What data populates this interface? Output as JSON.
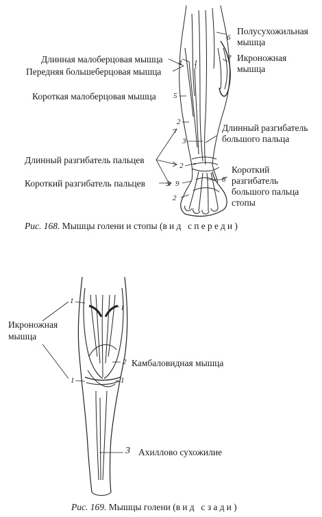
{
  "figure1": {
    "caption_fig": "Рис. 168.",
    "caption_text": "Мышцы голени и стопы",
    "caption_view_open": "(",
    "caption_view": "вид спереди",
    "caption_view_close": ")",
    "labels": {
      "semitendinosus_l1": "Полусухожильная",
      "semitendinosus_l2": "мышца",
      "peroneus_longus": "Длинная малоберцовая мышца",
      "tibialis_anterior": "Передняя большеберцовая мышца",
      "gastrocnemius_l1": "Икроножная",
      "gastrocnemius_l2": "мышца",
      "peroneus_brevis": "Короткая малоберцовая мышца",
      "ext_hallucis_longus_l1": "Длинный разгибатель",
      "ext_hallucis_longus_l2": "большого пальца",
      "ext_digitorum_longus": "Длинный разгибатель пальцев",
      "ext_hallucis_brevis_l1": "Короткий",
      "ext_hallucis_brevis_l2": "разгибатель",
      "ext_hallucis_brevis_l3": "большого пальца",
      "ext_hallucis_brevis_l4": "стопы",
      "ext_digitorum_brevis": "Короткий разгибатель пальцев"
    },
    "numbers": {
      "n6": "6",
      "n4": "4",
      "n1": "1",
      "n7": "7",
      "n5": "5",
      "n2a": "2",
      "n3": "3",
      "n2b": "2",
      "n9": "9",
      "n8": "8",
      "n2c": "2"
    }
  },
  "figure2": {
    "caption_fig": "Рис. 169.",
    "caption_text": "Мышцы голени",
    "caption_view_open": "(",
    "caption_view": "вид сзади",
    "caption_view_close": ")",
    "labels": {
      "gastrocnemius_l1": "Икроножная",
      "gastrocnemius_l2": "мышца",
      "soleus": "Камбаловидная мышца",
      "achilles": "Ахиллово сухожилие"
    },
    "numbers": {
      "n1a": "1",
      "n1b": "1",
      "n1c": "1",
      "n1d": "1",
      "n2": "2",
      "n3": "3"
    }
  }
}
